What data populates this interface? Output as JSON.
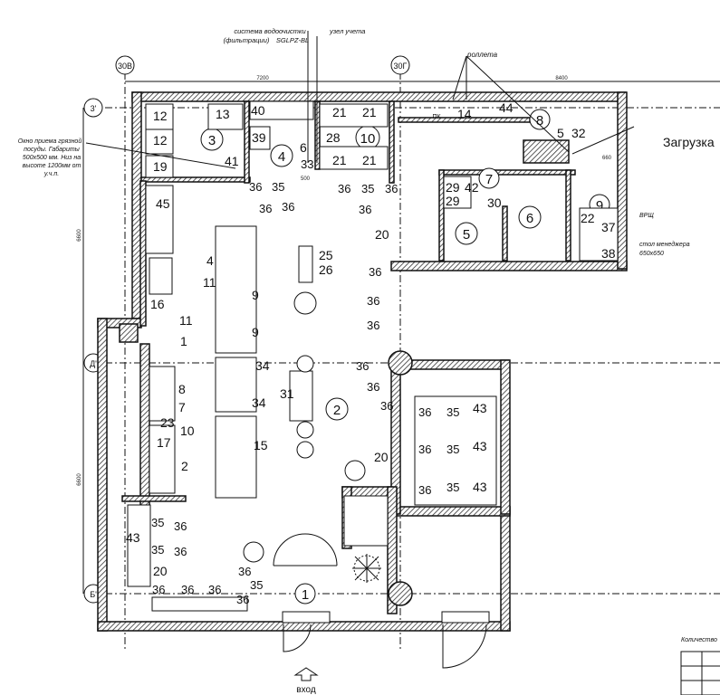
{
  "notes": {
    "water_system": "система водоочистки",
    "water_system_2": "(фильтрации)",
    "water_model": "SGLPZ-BL",
    "meter": "узел учета",
    "roller": "роллета",
    "dirty_dishes_1": "Окно приема грязной",
    "dirty_dishes_2": "посуды. Габариты",
    "dirty_dishes_3": "500х500 мм. Низ на",
    "dirty_dishes_4": "высоте 1200мм от",
    "dirty_dishes_5": "у.ч.п.",
    "loading": "Загрузка",
    "entrance": "вход",
    "manager_table_1": "стол менеджера",
    "manager_table_2": "650х650",
    "vrsh": "ВРЩ",
    "quantity": "Количество",
    "pk": "ПК"
  },
  "axes": {
    "a30v": "30В",
    "a30g": "30Г",
    "a3": "3'",
    "ad": "Д'",
    "ab": "Б'"
  },
  "dims": {
    "d7200": "7200",
    "d8400": "8400",
    "d6600a": "6600",
    "d6600b": "6600",
    "d500": "500",
    "d660": "660"
  },
  "rooms": {
    "r1": "1",
    "r2": "2",
    "r3": "3",
    "r4": "4",
    "r5": "5",
    "r6": "6",
    "r7": "7",
    "r8": "8",
    "r9": "9",
    "r10": "10"
  },
  "items": {
    "i12a": "12",
    "i12b": "12",
    "i13": "13",
    "i19": "19",
    "i40": "40",
    "i39": "39",
    "i6": "6",
    "i41": "41",
    "i21a": "21",
    "i21b": "21",
    "i21c": "21",
    "i21d": "21",
    "i28": "28",
    "i14": "14",
    "i44": "44",
    "i5": "5",
    "i32": "32",
    "i45": "45",
    "i4": "4",
    "i11a": "11",
    "i11b": "11",
    "i16": "16",
    "i1": "1",
    "i9a": "9",
    "i9b": "9",
    "i25": "25",
    "i26": "26",
    "i34a": "34",
    "i34b": "34",
    "i31": "31",
    "i8": "8",
    "i7": "7",
    "i23": "23",
    "i10": "10",
    "i17": "17",
    "i2": "2",
    "i15": "15",
    "i43a": "43",
    "i43b": "43",
    "i43c": "43",
    "i43d": "43",
    "i29a": "29",
    "i29b": "29",
    "i42": "42",
    "i30": "30",
    "i22": "22",
    "i37": "37",
    "i38": "38",
    "i20a": "20",
    "i20b": "20",
    "i20c": "20",
    "s36a": "36",
    "s35a": "35",
    "s36b": "36",
    "s36c": "36",
    "s36d": "36",
    "s35b": "35",
    "s36e": "36",
    "s36f": "36",
    "s36g": "36",
    "s36h": "36",
    "s36i": "36",
    "s36j": "36",
    "s36k": "36",
    "s36l": "36",
    "s36m": "36",
    "s35c": "35",
    "s36n": "36",
    "s35d": "35",
    "s36o": "36",
    "s35e": "35",
    "s35f": "35",
    "s36p": "36",
    "s35g": "35",
    "s36q": "36",
    "s36r": "36",
    "s36s": "36",
    "s36t": "36",
    "s36u": "36",
    "s35h": "35",
    "s36v": "36",
    "s33": "33"
  }
}
